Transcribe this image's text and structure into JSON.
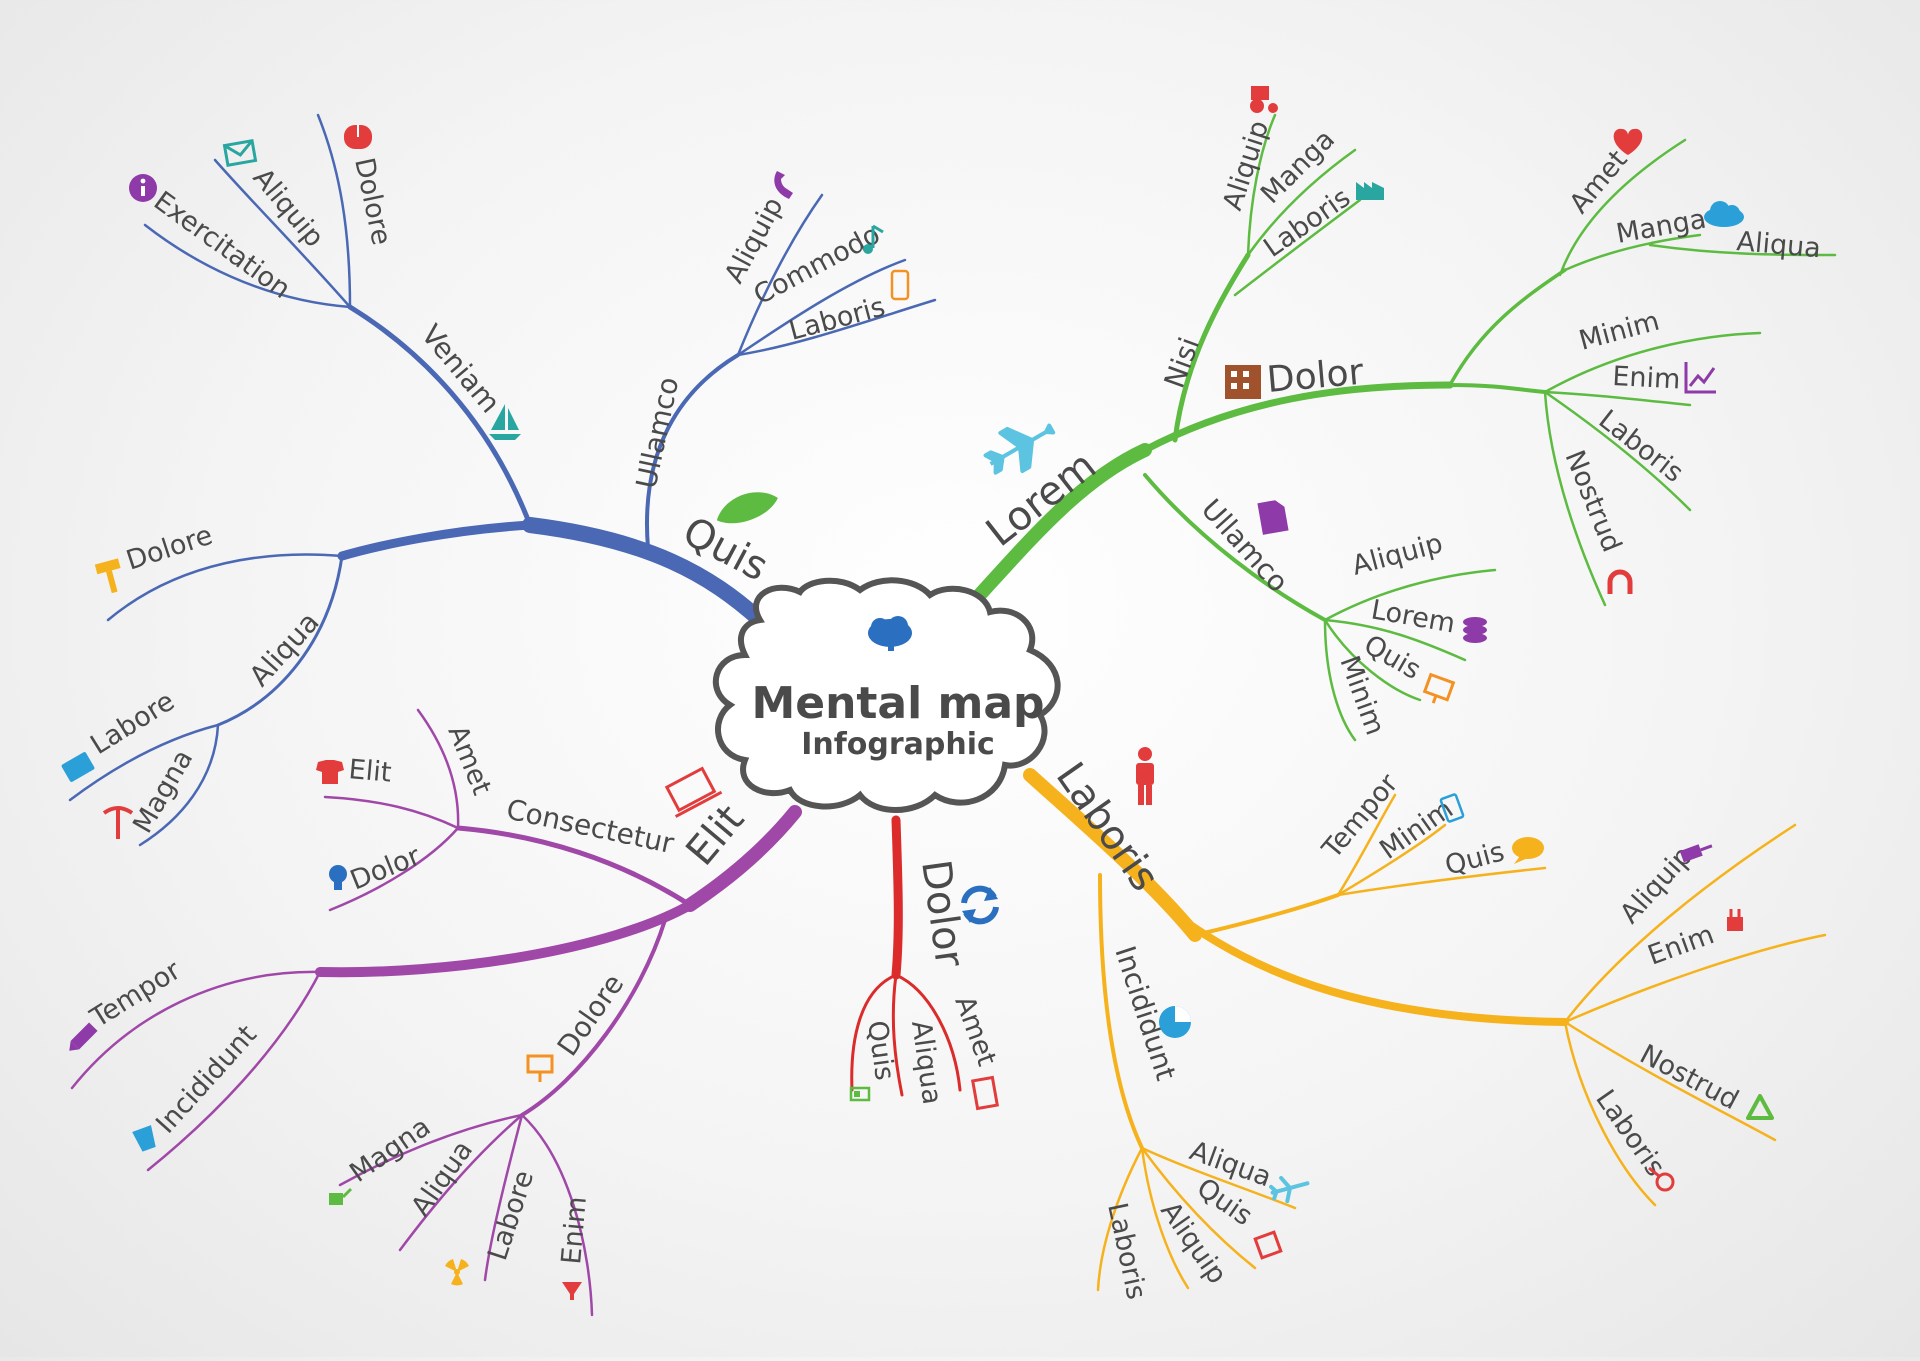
{
  "center": {
    "title": "Mental map",
    "subtitle": "Infographic",
    "icon": "brain-icon"
  },
  "colors": {
    "blue": "#4a68b4",
    "green": "#5cbb40",
    "orange": "#f6b21c",
    "red": "#db2b2b",
    "purple": "#a048a8"
  },
  "branches": {
    "quis": {
      "label": "Quis",
      "icon": "leaf-icon",
      "veniam": {
        "label": "Veniam",
        "icon": "sailboat-icon",
        "items": [
          {
            "label": "Dolore",
            "icon": "mouse-icon"
          },
          {
            "label": "Aliquip",
            "icon": "envelope-icon"
          },
          {
            "label": "Exercitation",
            "icon": "info-icon"
          }
        ]
      },
      "ullamco": {
        "label": "Ullamco",
        "items": [
          {
            "label": "Aliquip",
            "icon": "phone-icon"
          },
          {
            "label": "Commodo",
            "icon": "music-note-icon"
          },
          {
            "label": "Laboris",
            "icon": "smartphone-icon"
          }
        ]
      },
      "aliqua": {
        "label": "Aliqua",
        "items": [
          {
            "label": "Dolore",
            "icon": "hammer-icon"
          },
          {
            "label": "Labore",
            "icon": "folder-icon"
          },
          {
            "label": "Magna",
            "icon": "pickaxe-icon"
          }
        ]
      }
    },
    "lorem": {
      "label": "Lorem",
      "icon": "airplane-icon",
      "nisi": {
        "label": "Nisi",
        "items": [
          {
            "label": "Aliquip",
            "icon": "tractor-icon"
          },
          {
            "label": "Manga"
          },
          {
            "label": "Laboris",
            "icon": "factory-icon"
          }
        ]
      },
      "dolor": {
        "label": "Dolor",
        "icon": "building-icon",
        "items": [
          {
            "label": "Amet",
            "icon": "heart-icon"
          },
          {
            "label": "Manga",
            "icon": "cloud-icon"
          },
          {
            "label": "Aliqua"
          },
          {
            "label": "Minim"
          },
          {
            "label": "Enim",
            "icon": "chart-icon"
          },
          {
            "label": "Laboris"
          },
          {
            "label": "Nostrud",
            "icon": "magnet-icon"
          }
        ]
      },
      "ullamco": {
        "label": "Ullamco",
        "icon": "document-icon",
        "items": [
          {
            "label": "Aliquip"
          },
          {
            "label": "Lorem",
            "icon": "database-icon"
          },
          {
            "label": "Quis",
            "icon": "presentation-icon"
          },
          {
            "label": "Minim"
          }
        ]
      }
    },
    "laboris": {
      "label": "Laboris",
      "icon": "person-icon",
      "upper": {
        "items": [
          {
            "label": "Tempor"
          },
          {
            "label": "Minim",
            "icon": "tablet-icon"
          },
          {
            "label": "Quis",
            "icon": "speech-bubble-icon"
          }
        ]
      },
      "right": {
        "items": [
          {
            "label": "Aliquip",
            "icon": "pushpin-icon"
          },
          {
            "label": "Enim",
            "icon": "plug-icon"
          },
          {
            "label": "Nostrud",
            "icon": "recycle-icon"
          },
          {
            "label": "Laboris",
            "icon": "key-icon"
          }
        ]
      },
      "incididunt": {
        "label": "Incididunt",
        "icon": "pie-chart-icon",
        "items": [
          {
            "label": "Aliqua",
            "icon": "airplane-icon"
          },
          {
            "label": "Quis",
            "icon": "square-icon"
          },
          {
            "label": "Aliquip"
          },
          {
            "label": "Laboris"
          }
        ]
      }
    },
    "dolor": {
      "label": "Dolor",
      "icon": "refresh-icon",
      "items": [
        {
          "label": "Quis",
          "icon": "battery-icon"
        },
        {
          "label": "Aliqua"
        },
        {
          "label": "Amet",
          "icon": "book-icon"
        }
      ]
    },
    "elit": {
      "label": "Elit",
      "icon": "laptop-icon",
      "consectetur": {
        "label": "Consectetur",
        "items": [
          {
            "label": "Amet"
          },
          {
            "label": "Elit",
            "icon": "tshirt-icon"
          },
          {
            "label": "Dolor",
            "icon": "lightbulb-icon"
          }
        ]
      },
      "lower": {
        "items": [
          {
            "label": "Tempor",
            "icon": "pencil-icon"
          },
          {
            "label": "Incididunt",
            "icon": "bucket-icon"
          }
        ]
      },
      "dolore": {
        "label": "Dolore",
        "icon": "easel-icon",
        "items": [
          {
            "label": "Magna",
            "icon": "watering-can-icon"
          },
          {
            "label": "Aliqua"
          },
          {
            "label": "Labore",
            "icon": "radiation-icon"
          },
          {
            "label": "Enim",
            "icon": "funnel-icon"
          }
        ]
      }
    }
  }
}
